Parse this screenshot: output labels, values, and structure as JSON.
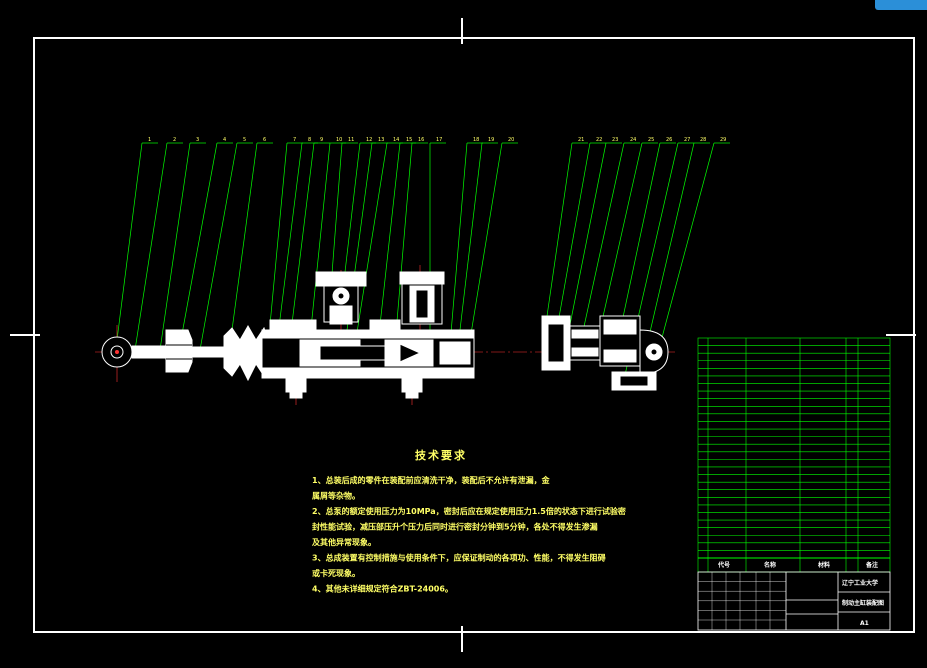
{
  "colors": {
    "background": "#000000",
    "border": "#ffffff",
    "leader": "#00ff00",
    "part": "#ffffff",
    "centerline": "#ff3333",
    "text": "#ffff66",
    "table": "#00ff00"
  },
  "corner_badge": {
    "icon": "app-badge-icon",
    "text": ""
  },
  "balloons_left": [
    "1",
    "2",
    "3",
    "4",
    "5",
    "6",
    "7",
    "8",
    "9",
    "10",
    "11",
    "12",
    "13",
    "14",
    "15",
    "16",
    "17",
    "18",
    "19",
    "20"
  ],
  "balloons_right": [
    "21",
    "22",
    "23",
    "24",
    "25",
    "26",
    "27",
    "28",
    "29"
  ],
  "tech_requirements": {
    "title": "技术要求",
    "lines": [
      "1、总装后成的零件在装配前应清洗干净，装配后不允许有泄漏，金",
      "   属屑等杂物。",
      "2、总泵的额定使用压力为10MPa，密封后应在规定使用压力1.5倍的状态下进行试验密",
      "   封性能试验，减压部压升个压力后同时进行密封分钟到5分钟，各处不得发生渗漏",
      "   及其他异常现象。",
      "3、总成装置有控制措施与使用条件下，应保证制动的各项功、性能，不得发生阻碍",
      "   或卡死现象。",
      "4、其他未详细规定符合ZBT-24006。"
    ]
  },
  "title_block": {
    "school": "辽宁工业大学",
    "drawing_name": "制动主缸装配图",
    "sheet_size": "A1",
    "col_code": "代号",
    "col_name": "名称",
    "col_material": "材料",
    "col_note": "备注"
  }
}
